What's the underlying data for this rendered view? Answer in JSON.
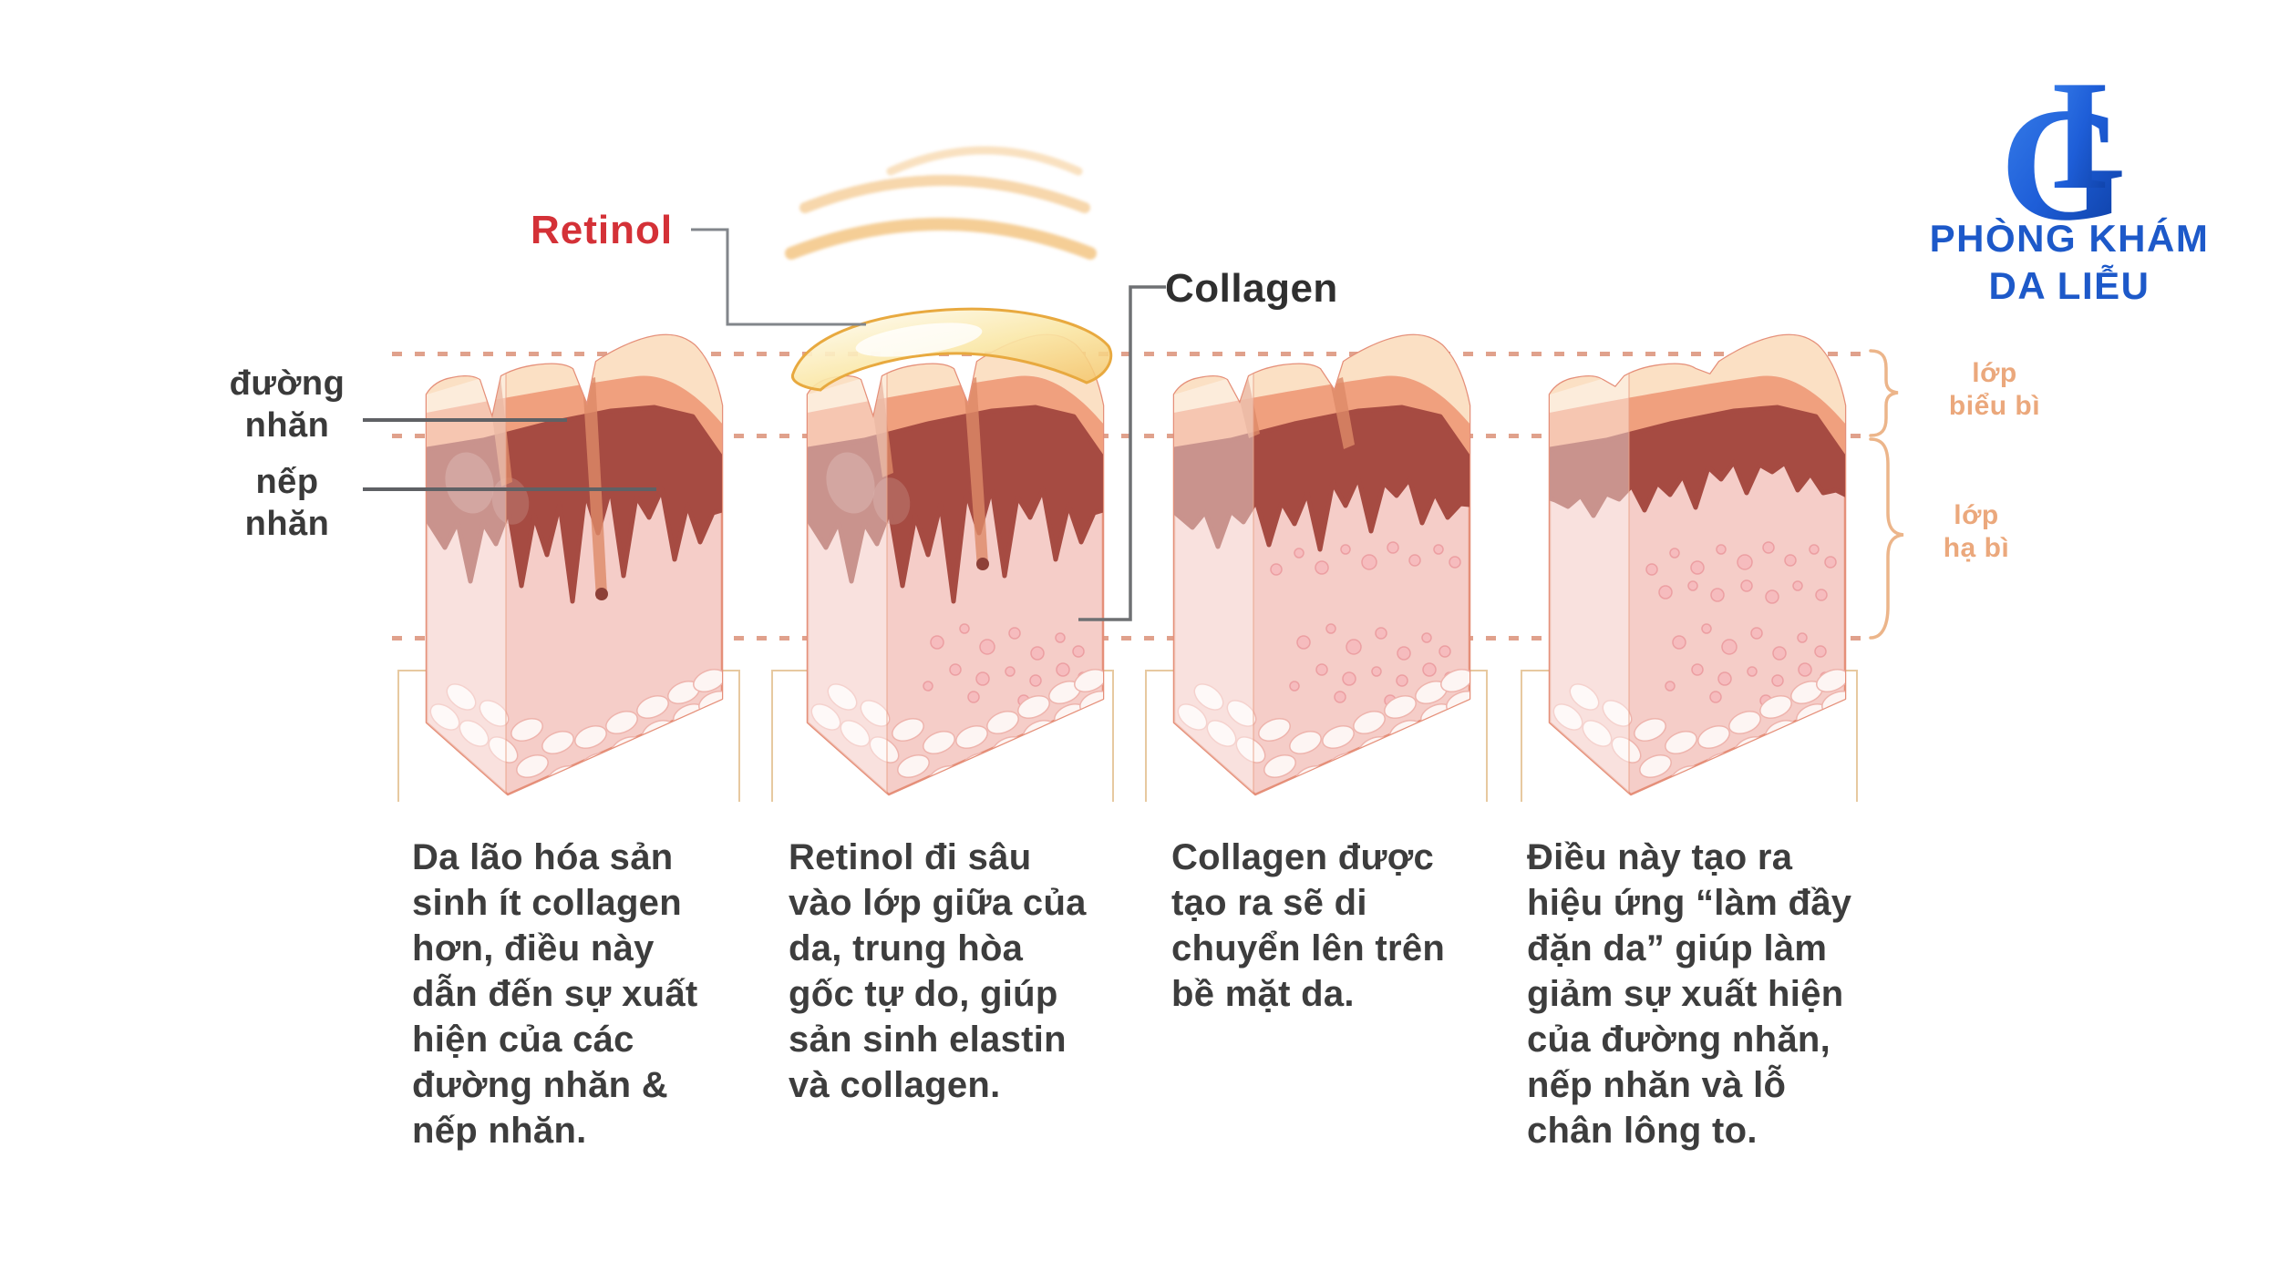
{
  "logo": {
    "monogram": "LG",
    "monogram_letter_back": "G",
    "monogram_letter_front": "I",
    "name_line1": "PHÒNG KHÁM",
    "name_line2": "DA LIỄU",
    "text_color": "#1d59c9",
    "mark_color_light": "#3b82ec",
    "mark_color_dark": "#0b3a9b"
  },
  "callouts": {
    "retinol": "Retinol",
    "collagen": "Collagen",
    "fine_line": "đường\nnhăn",
    "deep_wrinkle": "nếp\nnhăn",
    "epidermis_layer": "lớp\nbiểu bì",
    "dermis_layer": "lớp\nhạ bì"
  },
  "colors": {
    "retinol_red": "#d43137",
    "label_dark": "#3a3a3a",
    "layer_label_orange": "#eba87c",
    "dash_salmon": "#e0a18c",
    "bracket_tan": "#e7c9a0",
    "connector_gray": "#5f6165",
    "skin_cream": "#fbe0c4",
    "skin_salmon": "#f0a07e",
    "skin_junction": "#a64b42",
    "skin_dermis": "#f5cdc8",
    "fat_cell": "#fdf5f3",
    "collagen_dot": "#f6bcbe",
    "serum_yellow": "#f4c56a",
    "wave_orange": "#f2bd74"
  },
  "steps": [
    {
      "description": "Da lão hóa sản\nsinh ít collagen\nhơn, điều này\ndẫn đến sự xuất\nhiện của các\nđường nhăn &\nnếp nhăn.",
      "skin": {
        "wrinkles": "deep",
        "collagen_dots": 0,
        "serum": false
      }
    },
    {
      "description": "Retinol đi sâu\nvào lớp giữa của\nda, trung hòa\ngốc tự do, giúp\nsản sinh elastin\nvà collagen.",
      "skin": {
        "wrinkles": "deep",
        "collagen_dots": 16,
        "serum": true
      }
    },
    {
      "description": "Collagen được\ntạo ra sẽ di\nchuyển lên trên\nbề mặt da.",
      "skin": {
        "wrinkles": "medium",
        "collagen_dots": 25,
        "serum": false
      }
    },
    {
      "description": "Điều này tạo ra\nhiệu ứng “làm đầy\nđặn da” giúp làm\ngiảm sự xuất hiện\ncủa đường nhăn,\nnếp nhăn và lỗ\nchân lông to.",
      "skin": {
        "wrinkles": "smooth",
        "collagen_dots": 32,
        "serum": false
      }
    }
  ]
}
